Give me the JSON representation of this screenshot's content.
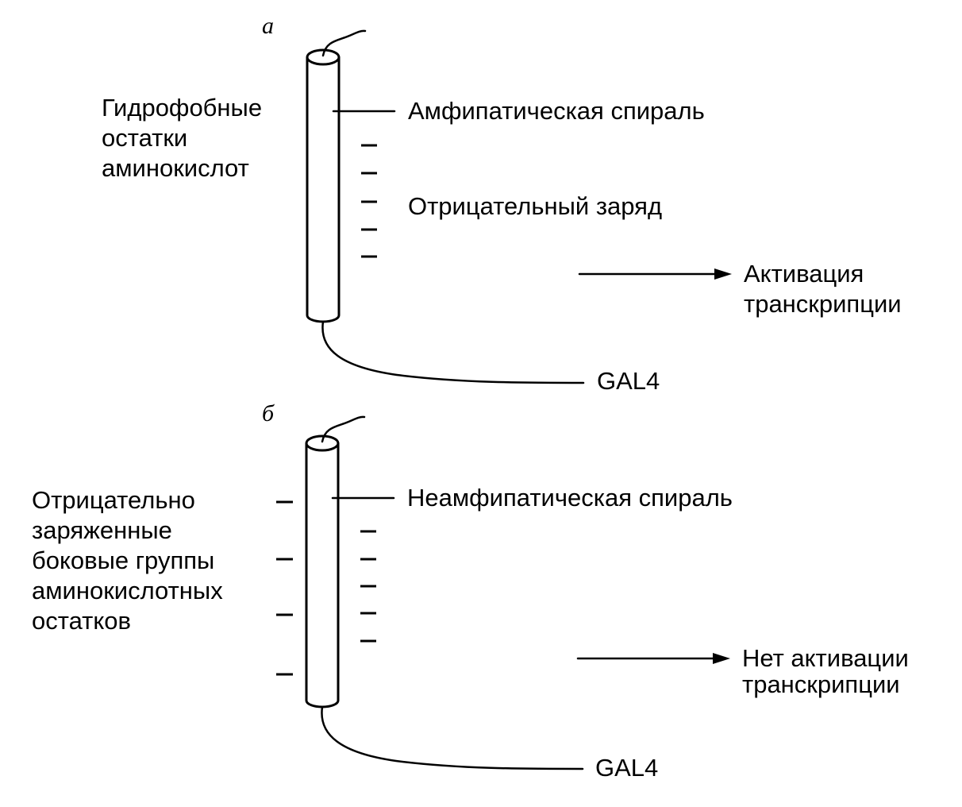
{
  "panel_a": {
    "letter": "а",
    "left_label": [
      "Гидрофобные",
      "остатки",
      "аминокислот"
    ],
    "helix_label": "Амфипатическая спираль",
    "charge_label": "Отрицательный заряд",
    "result": [
      "Активация",
      "транскрипции"
    ],
    "domain": "GAL4"
  },
  "panel_b": {
    "letter": "б",
    "left_label": [
      "Отрицательно",
      "заряженные",
      "боковые группы",
      "аминокислотных",
      "остатков"
    ],
    "helix_label": "Неамфипатическая спираль",
    "result": [
      "Нет активации",
      "транскрипции"
    ],
    "domain": "GAL4"
  }
}
